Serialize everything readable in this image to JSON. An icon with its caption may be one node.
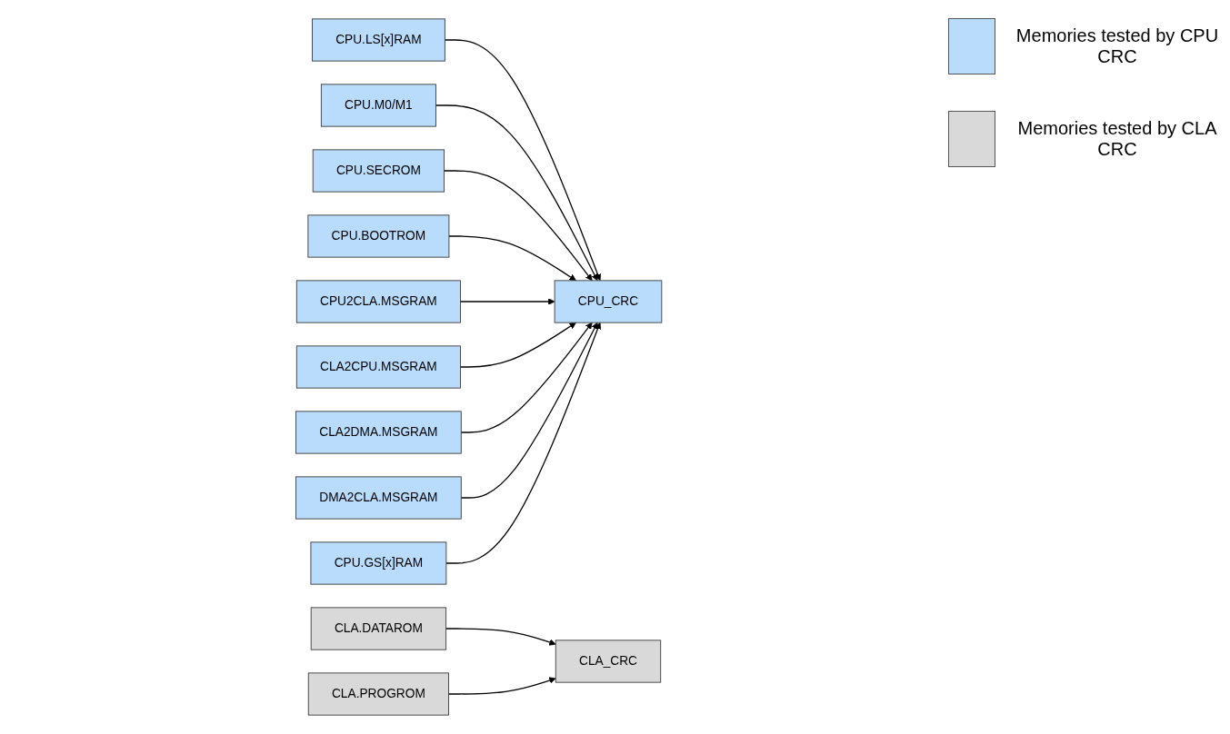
{
  "diagram": {
    "nodes": [
      {
        "text": [
          "CPU.LS[x]RAM"
        ]
      },
      {
        "text": [
          "CPU.M0/M1"
        ]
      },
      {
        "text": [
          "CPU.SECROM"
        ]
      },
      {
        "text": [
          "CPU.BOOTROM"
        ]
      },
      {
        "text": [
          "CPU_CRC"
        ]
      },
      {
        "text": [
          "CPU2CLA.MSGRAM"
        ]
      },
      {
        "text": [
          "CLA2CPU.MSGRAM"
        ]
      },
      {
        "text": [
          "CLA2DMA.MSGRAM"
        ]
      },
      {
        "text": [
          "DMA2CLA.MSGRAM"
        ]
      },
      {
        "text": [
          "CPU.GS[x]RAM"
        ]
      },
      {
        "text": [
          "CLA.DATAROM"
        ]
      },
      {
        "text": [
          "CLA.PROGROM"
        ]
      },
      {
        "text": [
          "CLA_CRC"
        ]
      }
    ],
    "edges": [
      {
        "from": 0,
        "to": 4,
        "arrow": "to"
      },
      {
        "from": 1,
        "to": 4,
        "arrow": "to"
      },
      {
        "from": 2,
        "to": 4,
        "arrow": "to"
      },
      {
        "from": 3,
        "to": 4,
        "arrow": "to"
      },
      {
        "from": 5,
        "to": 4,
        "arrow": "to"
      },
      {
        "from": 6,
        "to": 4,
        "arrow": "to"
      },
      {
        "from": 7,
        "to": 4,
        "arrow": "to"
      },
      {
        "from": 8,
        "to": 4,
        "arrow": "to"
      },
      {
        "from": 9,
        "to": 4,
        "arrow": "to"
      },
      {
        "from": 10,
        "to": 12,
        "arrow": "to"
      },
      {
        "from": 11,
        "to": 12,
        "arrow": "to"
      }
    ],
    "legend": [
      {
        "text": "Memories tested by CPU CRC",
        "color": "#b9dcfc"
      },
      {
        "text": "Memories tested by CLA CRC",
        "color": "#d9d9d9"
      }
    ]
  }
}
